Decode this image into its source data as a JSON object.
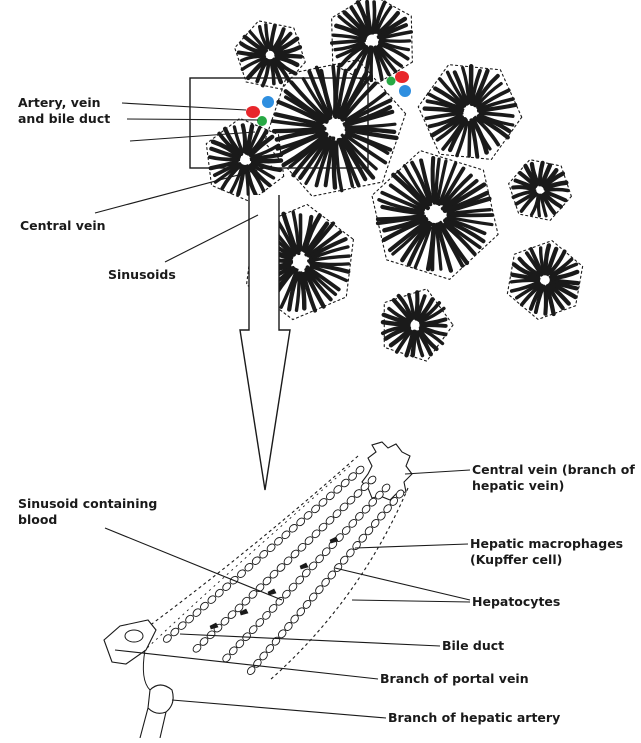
{
  "labels": {
    "artery_vein_line1": "Artery, vein",
    "artery_vein_line2": "and bile duct",
    "central_vein": "Central vein",
    "sinusoids": "Sinusoids",
    "sinusoid_blood_line1": "Sinusoid containing",
    "sinusoid_blood_line2": "blood",
    "central_vein_branch_line1": "Central vein (branch of",
    "central_vein_branch_line2": "hepatic vein)",
    "macrophages_line1": "Hepatic macrophages",
    "macrophages_line2": "(Kupffer cell)",
    "hepatocytes": "Hepatocytes",
    "bile_duct": "Bile duct",
    "portal_vein": "Branch of portal vein",
    "hepatic_artery": "Branch of hepatic artery"
  },
  "colors": {
    "ink": "#1a1a1a",
    "artery": "#e8262b",
    "vein": "#2f8fe0",
    "bile_duct": "#27a844"
  }
}
